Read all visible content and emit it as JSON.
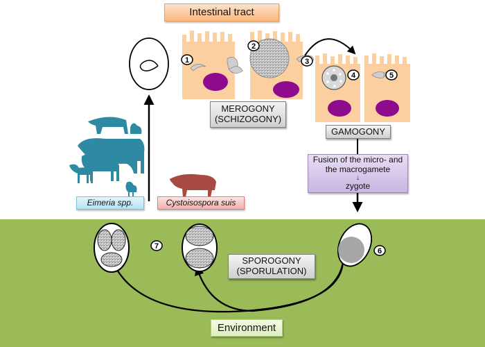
{
  "title_box": "Intestinal tract",
  "stages": {
    "merogony": [
      "MEROGONY",
      "(SCHIZOGONY)"
    ],
    "gamogony": "GAMOGONY",
    "fusion": [
      "Fusion of the micro- and",
      "the macrogamete"
    ],
    "zygote": "zygote",
    "sporogony": [
      "SPOROGONY",
      "(SPORULATION)"
    ]
  },
  "hosts": {
    "eimeria": "Eimeria spp.",
    "cystoisospora": "Cystoisospora suis"
  },
  "environment_label": "Environment",
  "step_numbers": [
    "1",
    "2",
    "3",
    "4",
    "5",
    "6",
    "7"
  ],
  "colors": {
    "cell": "#fbcf9f",
    "nucleus": "#8e0b8e",
    "environment": "#9bbb59",
    "host_animals": "#2e8aa3",
    "pig": "#a84a42"
  }
}
